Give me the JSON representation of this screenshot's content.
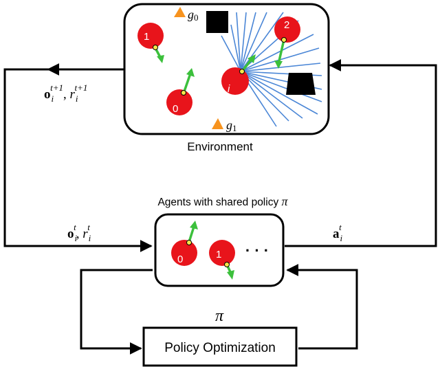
{
  "environment": {
    "label": "Environment",
    "goal_labels": [
      "g",
      "0",
      "g",
      "1"
    ],
    "agent_labels": [
      "1",
      "2",
      "0",
      "i"
    ]
  },
  "feedback": {
    "obs_next": [
      "o",
      "i",
      "t+1",
      "r",
      "i",
      "t+1"
    ],
    "obs_now": [
      "o",
      "i",
      "t",
      "r",
      "i",
      "t"
    ],
    "action": [
      "a",
      "i",
      "t"
    ]
  },
  "agents_box": {
    "title_text": "Agents with shared policy ",
    "title_symbol": "π",
    "agent_labels": [
      "0",
      "1"
    ],
    "ellipsis": "· · ·"
  },
  "policy": {
    "label": "Policy Optimization",
    "symbol": "π"
  },
  "colors": {
    "agent_fill": "#e8141b",
    "heading_arrow": "#3cc03c",
    "goal": "#f7931e",
    "laser": "#4a86d6",
    "center_dot": "#f5e64a"
  }
}
